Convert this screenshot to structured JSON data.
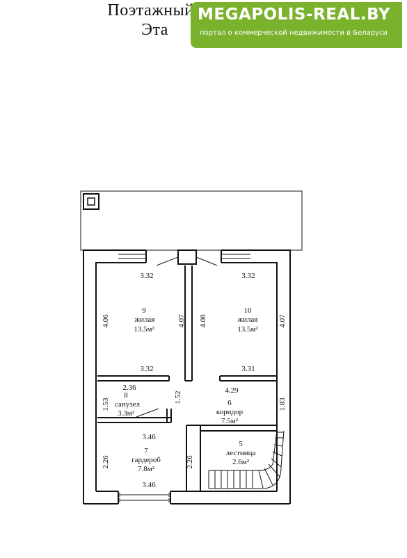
{
  "header": {
    "title_line1": "Поэтажный",
    "title_line2": "Эта"
  },
  "watermark": {
    "brand": "MEGAPOLIS-REAL.BY",
    "tagline": "портал о коммерческой недвижимости в Беларуси",
    "color": "#7ab22e"
  },
  "rooms": [
    {
      "number": "9",
      "name": "жилая",
      "area": "13.5м²"
    },
    {
      "number": "10",
      "name": "жилая",
      "area": "13.5м²"
    },
    {
      "number": "8",
      "name": "санузел",
      "area": "3.3м²"
    },
    {
      "number": "6",
      "name": "коридор",
      "area": "7.5м²"
    },
    {
      "number": "7",
      "name": "гардероб",
      "area": "7.8м²"
    },
    {
      "number": "5",
      "name": "лестница",
      "area": "2.6м²"
    }
  ],
  "dimensions": {
    "room9_width_top": "3.32",
    "room10_width_top": "3.32",
    "room9_height_left": "4.06",
    "room9_height_right": "4.07",
    "room10_height_left": "4.08",
    "room10_height_right": "4.07",
    "room9_width_bottom": "3.32",
    "room10_width_bottom": "3.31",
    "room8_width": "2.36",
    "room8_height_left": "1.53",
    "room8_height_right": "1.52",
    "room6_width": "4.29",
    "room6_height": "1.83",
    "room7_width_top": "3.46",
    "room7_height_left": "2.26",
    "room7_height_right": "2.26",
    "room7_width_bottom": "3.46"
  }
}
